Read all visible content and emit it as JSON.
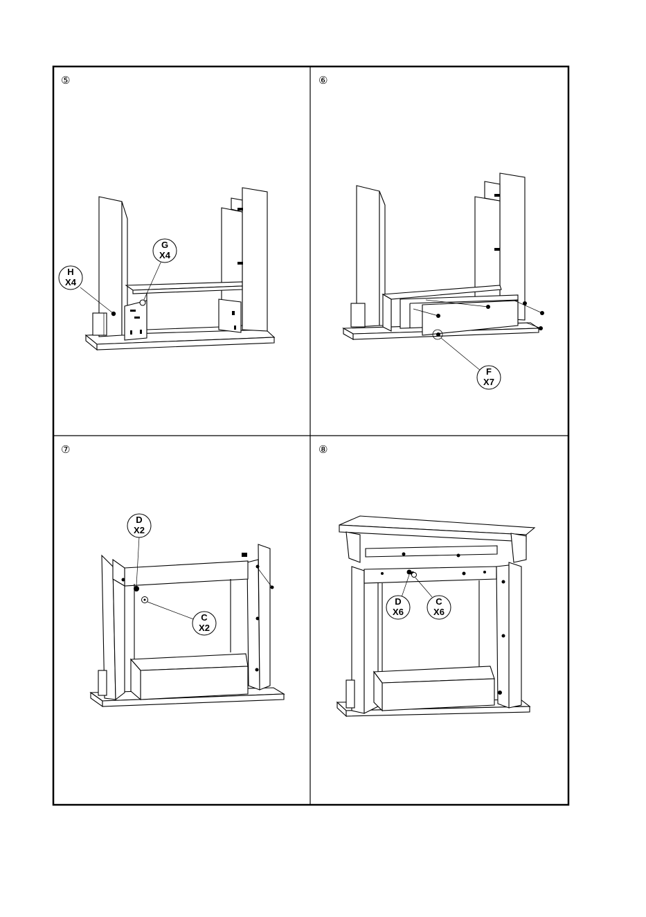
{
  "steps": [
    {
      "number": "⑤",
      "callouts": [
        {
          "letter": "H",
          "qty": "X4"
        },
        {
          "letter": "G",
          "qty": "X4"
        }
      ]
    },
    {
      "number": "⑥",
      "callouts": [
        {
          "letter": "F",
          "qty": "X7"
        }
      ]
    },
    {
      "number": "⑦",
      "callouts": [
        {
          "letter": "D",
          "qty": "X2"
        },
        {
          "letter": "C",
          "qty": "X2"
        }
      ]
    },
    {
      "number": "⑧",
      "callouts": [
        {
          "letter": "D",
          "qty": "X6"
        },
        {
          "letter": "C",
          "qty": "X6"
        }
      ]
    }
  ]
}
